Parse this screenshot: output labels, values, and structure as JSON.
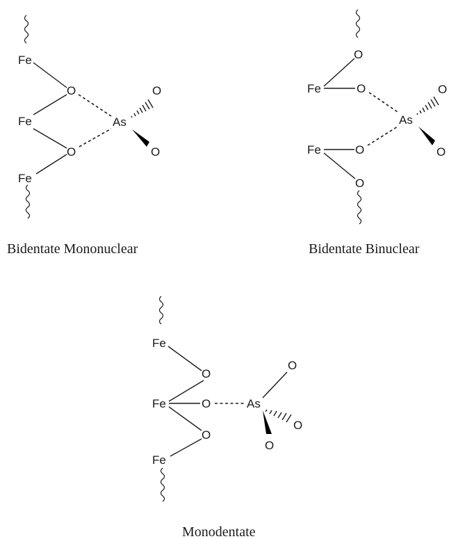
{
  "atoms": {
    "fe": "Fe",
    "o": "O",
    "as": "As"
  },
  "captions": {
    "mononuclear": "Bidentate Mononuclear",
    "binuclear": "Bidentate Binuclear",
    "monodentate": "Monodentate"
  },
  "colors": {
    "ink": "#1a1a1a",
    "background": "#ffffff"
  }
}
